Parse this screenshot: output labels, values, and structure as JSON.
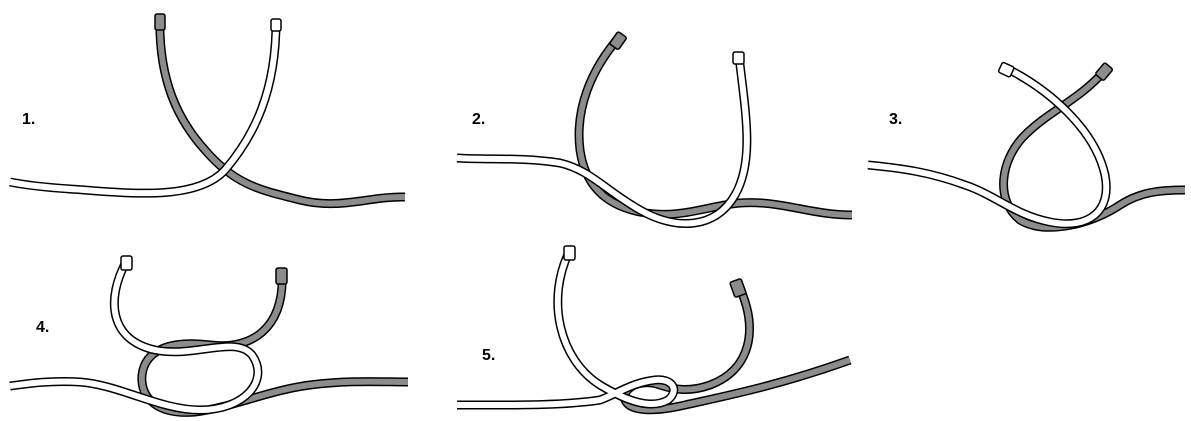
{
  "colors": {
    "background": "#ffffff",
    "rope_gray": "#8c8c8c",
    "rope_white": "#ffffff",
    "outline": "#000000"
  },
  "steps": [
    {
      "label": "1."
    },
    {
      "label": "2."
    },
    {
      "label": "3."
    },
    {
      "label": "4."
    },
    {
      "label": "5."
    }
  ]
}
